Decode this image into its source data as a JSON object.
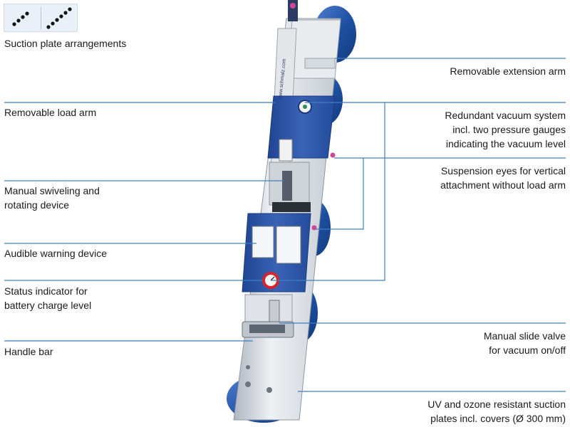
{
  "legend": {
    "title": "Suction plate arrangements",
    "arrangement_icons": [
      "three-plates-diagonal-icon",
      "five-plates-diagonal-icon"
    ]
  },
  "callouts": {
    "left": [
      {
        "id": "load-arm",
        "lines": [
          "Removable load arm"
        ]
      },
      {
        "id": "swivel",
        "lines": [
          "Manual swiveling and",
          "rotating device"
        ]
      },
      {
        "id": "warning",
        "lines": [
          "Audible warning device"
        ]
      },
      {
        "id": "battery",
        "lines": [
          "Status indicator for",
          "battery charge level"
        ]
      },
      {
        "id": "handle",
        "lines": [
          "Handle bar"
        ]
      }
    ],
    "right": [
      {
        "id": "extension-arm",
        "lines": [
          "Removable extension arm"
        ]
      },
      {
        "id": "vacuum-system",
        "lines": [
          "Redundant vacuum system",
          "incl. two pressure gauges",
          "indicating the vacuum level"
        ]
      },
      {
        "id": "suspension",
        "lines": [
          "Suspension eyes for vertical",
          "attachment without load arm"
        ]
      },
      {
        "id": "slide-valve",
        "lines": [
          "Manual slide valve",
          "for vacuum on/off"
        ]
      },
      {
        "id": "suction-plates",
        "lines": [
          "UV and ozone resistant suction",
          "plates incl. covers (Ø 300 mm)"
        ]
      }
    ]
  },
  "device": {
    "brand_text": "www.schmalz.com"
  },
  "colors": {
    "leader": "#3d7fc0",
    "plate_blue": "#1d4fa0",
    "plate_blue_light": "#4f7fd0",
    "frame_silver": "#d9dde3",
    "frame_shadow": "#9aa3ad",
    "housing_blue": "#2e55a8",
    "accent_pink": "#d0479a",
    "gauge_red": "#d7262b"
  }
}
